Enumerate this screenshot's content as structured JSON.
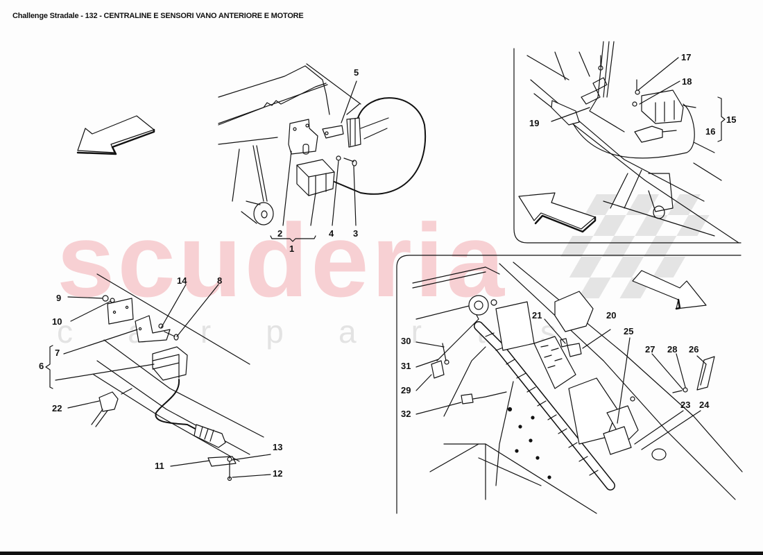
{
  "header": {
    "title": "Challenge Stradale - 132 - CENTRALINE E SENSORI VANO ANTERIORE E MOTORE"
  },
  "watermark": {
    "main": "scuderia",
    "sub": [
      "c",
      "a",
      "r",
      "p",
      "a",
      "r",
      "t",
      "s"
    ],
    "color": "#f7c9cc"
  },
  "panels": [
    {
      "name": "top-center",
      "labels": [
        "1",
        "2",
        "3",
        "4",
        "5"
      ]
    },
    {
      "name": "top-right",
      "labels": [
        "15",
        "16",
        "17",
        "18",
        "19"
      ]
    },
    {
      "name": "bottom-left",
      "labels": [
        "6",
        "7",
        "8",
        "9",
        "10",
        "11",
        "12",
        "13",
        "14",
        "22"
      ]
    },
    {
      "name": "bottom-right",
      "labels": [
        "20",
        "21",
        "23",
        "24",
        "25",
        "26",
        "27",
        "28",
        "29",
        "30",
        "31",
        "32"
      ]
    }
  ],
  "callouts": {
    "c1": "1",
    "c2": "2",
    "c3": "3",
    "c4": "4",
    "c5": "5",
    "c6": "6",
    "c7": "7",
    "c8": "8",
    "c9": "9",
    "c10": "10",
    "c11": "11",
    "c12": "12",
    "c13": "13",
    "c14": "14",
    "c15": "15",
    "c16": "16",
    "c17": "17",
    "c18": "18",
    "c19": "19",
    "c20": "20",
    "c21": "21",
    "c22": "22",
    "c23": "23",
    "c24": "24",
    "c25": "25",
    "c26": "26",
    "c27": "27",
    "c28": "28",
    "c29": "29",
    "c30": "30",
    "c31": "31",
    "c32": "32"
  },
  "icons": {
    "direction_arrows": [
      "arrow-down-left-icon",
      "arrow-up-left-icon",
      "arrow-down-right-icon"
    ]
  }
}
